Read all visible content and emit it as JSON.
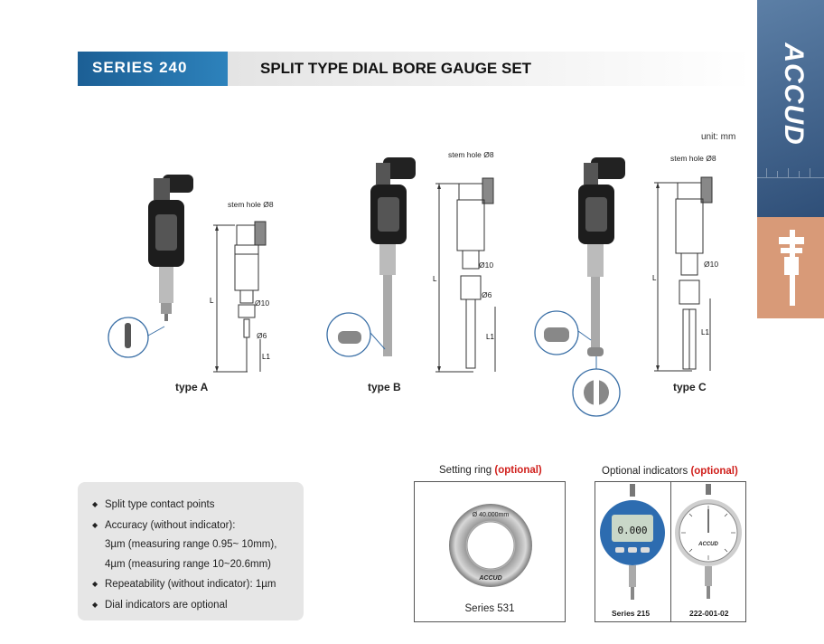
{
  "header": {
    "series": "SERIES 240",
    "title": "SPLIT TYPE DIAL BORE GAUGE SET"
  },
  "brand": {
    "logo_text": "ACCUD",
    "colors": {
      "banner_blue": "#1f6fa6",
      "tab_blue": "#3d5f8a",
      "tab_orange": "#d89a78"
    }
  },
  "unit": "unit: mm",
  "gauges": [
    {
      "type_label": "type A",
      "stem_hole": "stem hole Ø8",
      "d_upper": "Ø10",
      "d_lower": "Ø6",
      "dim_total": "L",
      "dim_tip": "L1"
    },
    {
      "type_label": "type B",
      "stem_hole": "stem hole Ø8",
      "d_upper": "Ø10",
      "d_lower": "Ø6",
      "dim_total": "L",
      "dim_tip": "L1"
    },
    {
      "type_label": "type C",
      "stem_hole": "stem hole Ø8",
      "d_upper": "Ø10",
      "dim_total": "L",
      "dim_tip": "L1"
    }
  ],
  "features": {
    "items": [
      "Split type contact points",
      "Accuracy (without indicator):",
      "3µm (measuring range 0.95~ 10mm),",
      "4µm (measuring range 10~20.6mm)",
      "Repeatability (without indicator): 1µm",
      "Dial indicators are optional"
    ]
  },
  "setting_ring": {
    "title": "Setting ring",
    "optional": "(optional)",
    "ring_text": "Ø 40.000mm",
    "ring_logo": "ACCUD",
    "caption": "Series 531"
  },
  "indicators": {
    "title": "Optional indicators",
    "optional": "(optional)",
    "digital_reading": "0.000",
    "digital_caption": "Series 215",
    "dial_logo": "ACCUD",
    "dial_caption": "222-001-02"
  }
}
